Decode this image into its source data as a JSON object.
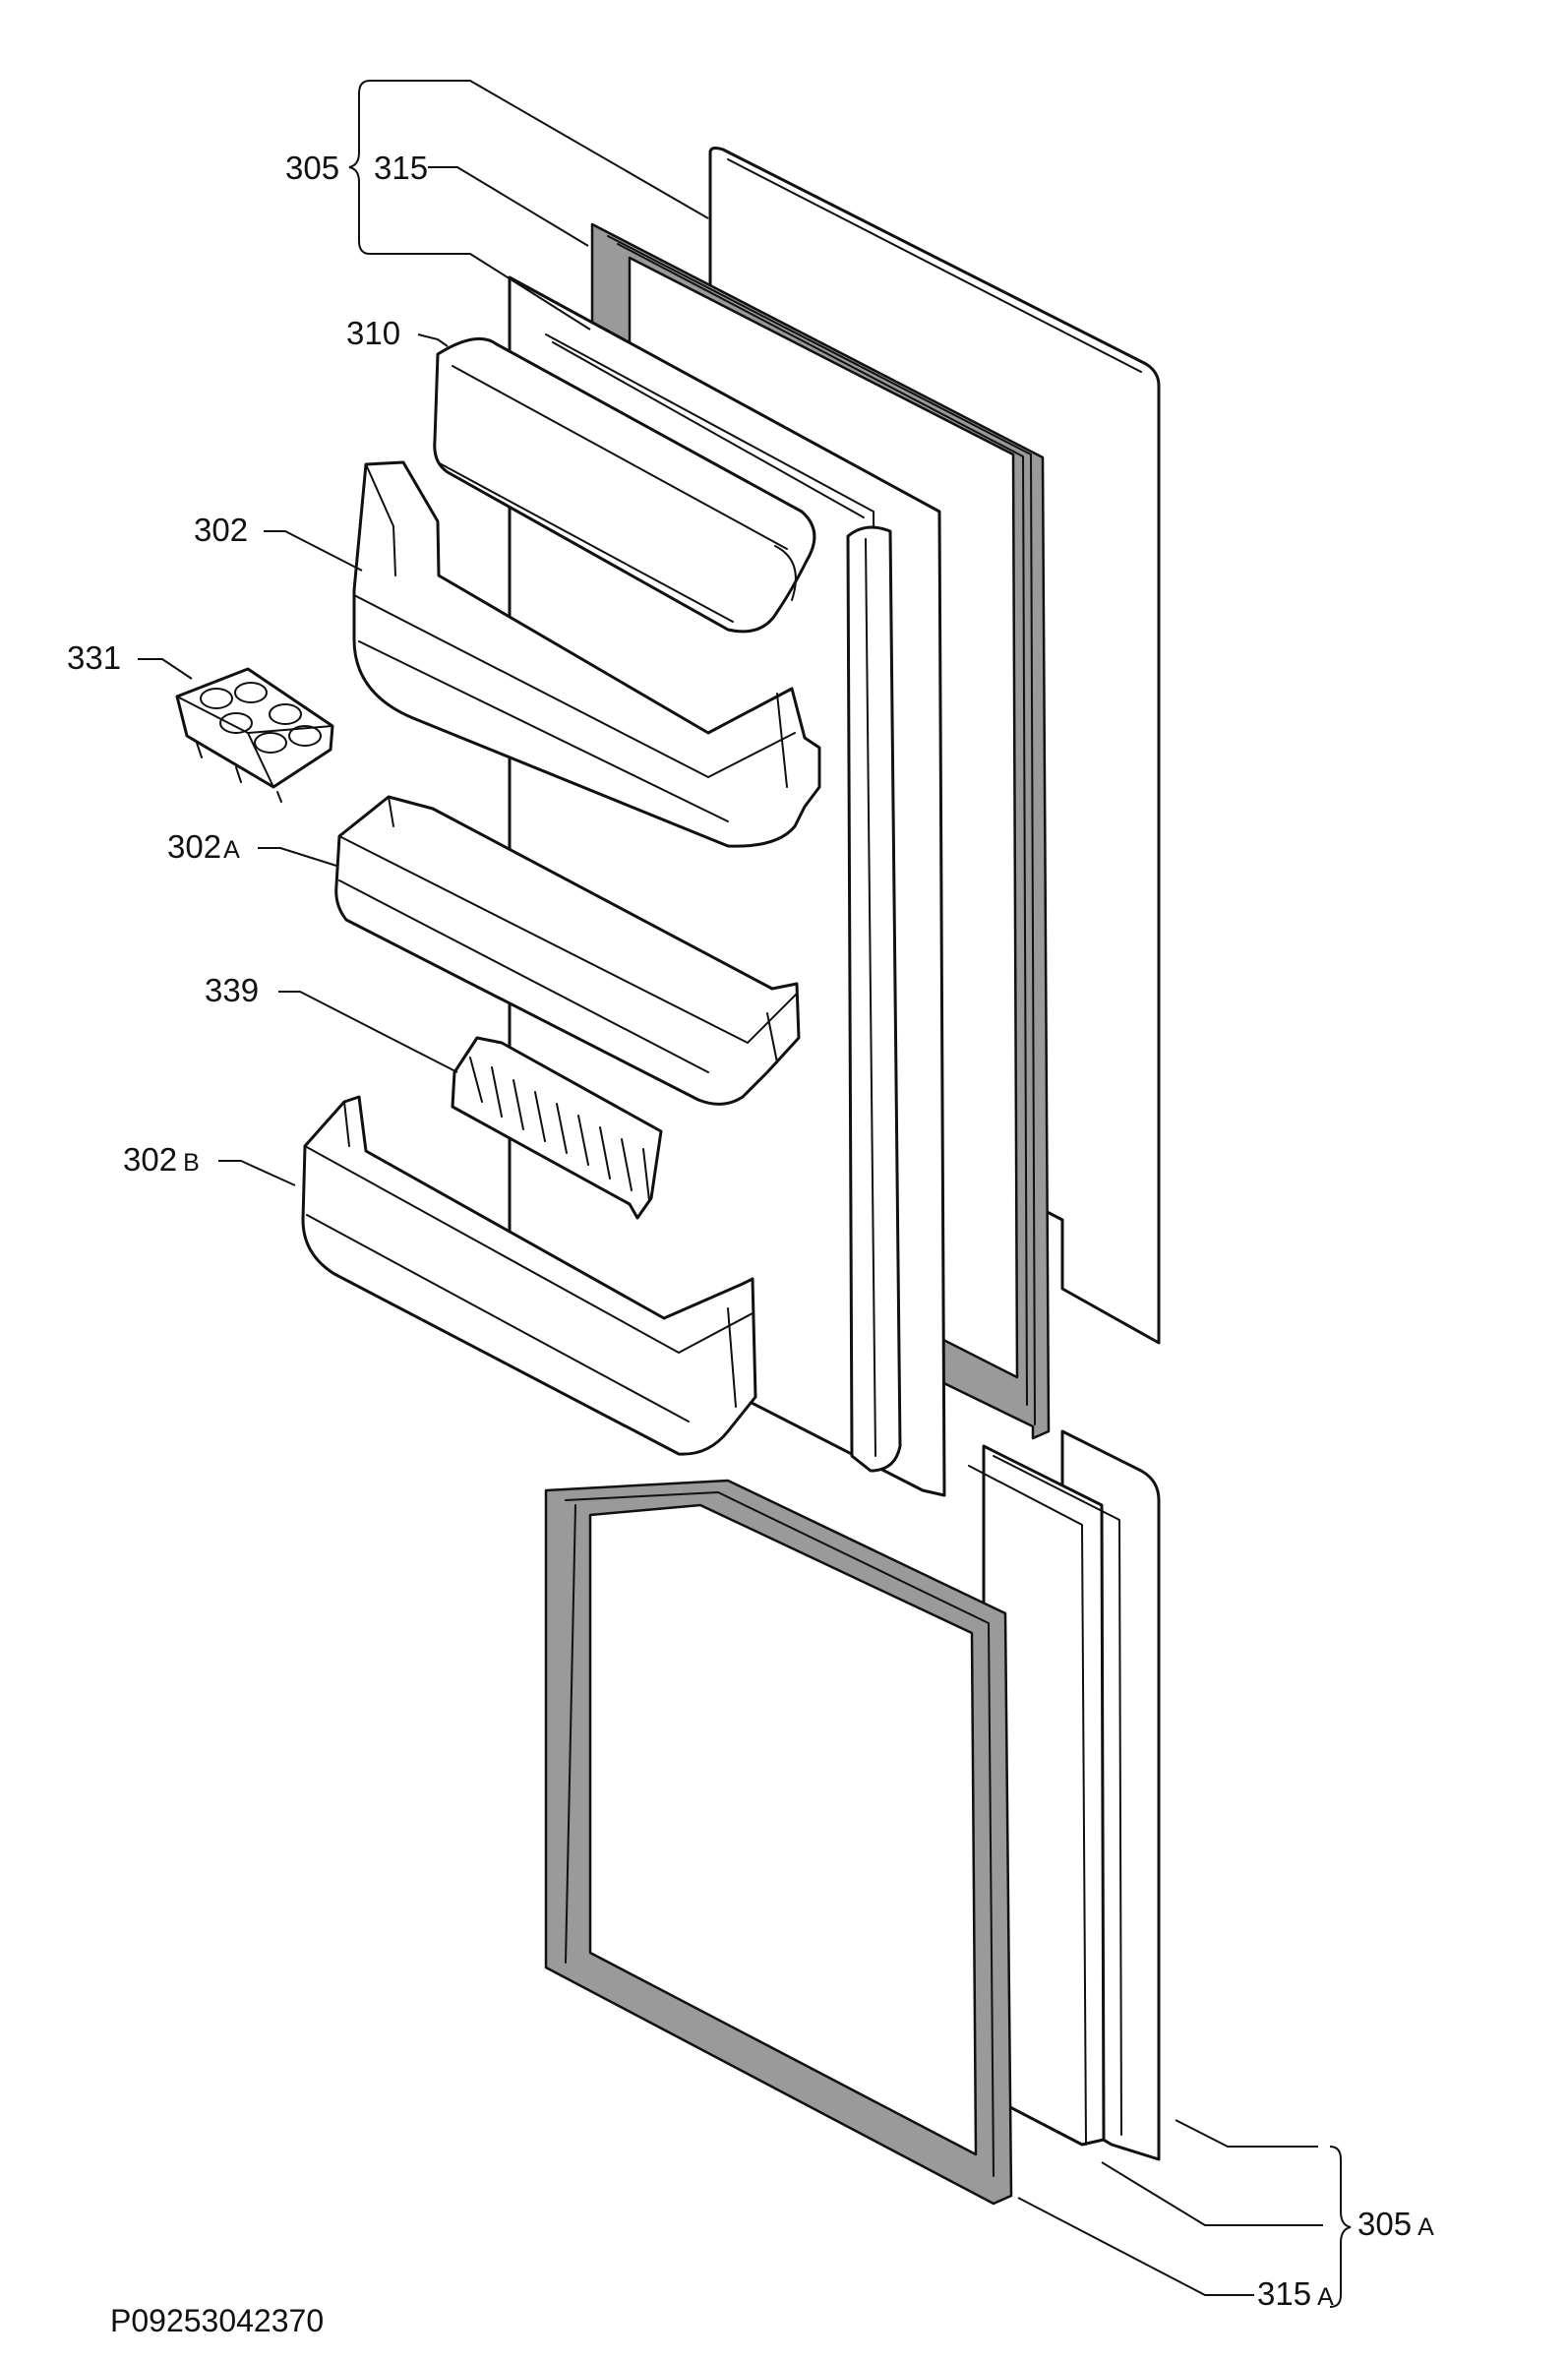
{
  "drawing_code": "P09253042370",
  "callouts": {
    "p305": "305",
    "p315": "315",
    "p310": "310",
    "p302": "302",
    "p331": "331",
    "p302a_num": "302",
    "p302a_suffix": "A",
    "p339": "339",
    "p302b_num": "302",
    "p302b_suffix": "B",
    "p305a_num": "305",
    "p305a_suffix": "A",
    "p315a_num": "315",
    "p315a_suffix": "A"
  }
}
